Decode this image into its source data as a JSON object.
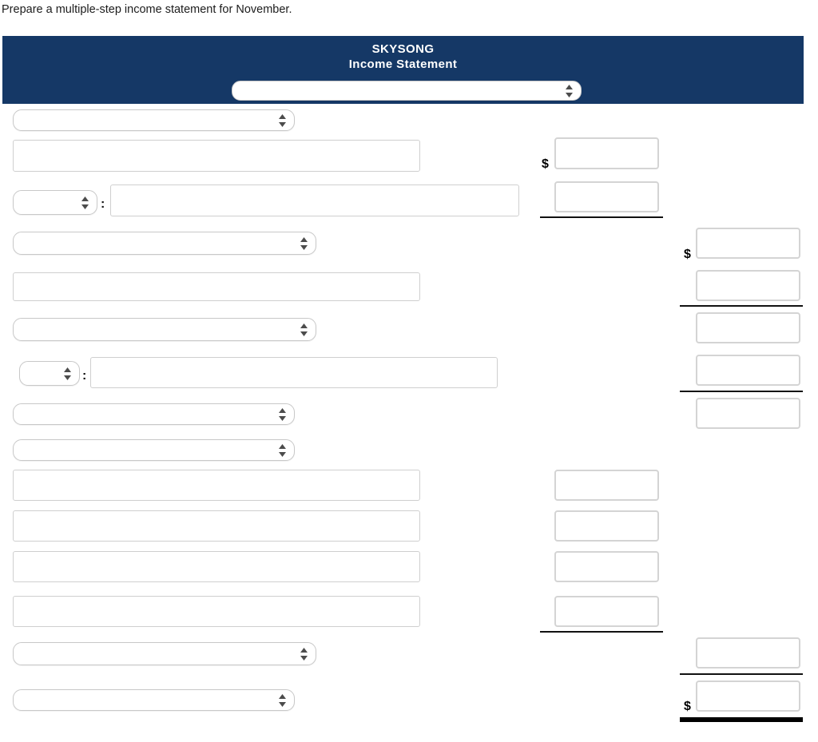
{
  "instruction": "Prepare a multiple-step income statement for November.",
  "statement": {
    "company": "SKYSONG",
    "title": "Income Statement",
    "period_select": {
      "icon": "spinner-arrows-icon",
      "value": "",
      "placeholder": ""
    }
  },
  "colors": {
    "header_background": "#153866",
    "header_text": "#ffffff",
    "rule": "#111111",
    "field_border": "#cfcfcf",
    "amount_border": "#d4d4d4"
  },
  "symbols": {
    "dollar": "$",
    "colon": ":"
  },
  "rows": [
    {
      "id": "row-1",
      "kind": "select",
      "label_value": ""
    },
    {
      "id": "row-2",
      "kind": "text",
      "label_value": ""
    },
    {
      "id": "row-3",
      "kind": "select-colon-text",
      "select_value": "",
      "text_value": ""
    },
    {
      "id": "row-4",
      "kind": "select",
      "label_value": ""
    },
    {
      "id": "row-5",
      "kind": "text",
      "label_value": ""
    },
    {
      "id": "row-6",
      "kind": "select",
      "label_value": ""
    },
    {
      "id": "row-7",
      "kind": "select-colon-text",
      "select_value": "",
      "text_value": ""
    },
    {
      "id": "row-8",
      "kind": "select",
      "label_value": ""
    },
    {
      "id": "row-9",
      "kind": "select",
      "label_value": ""
    },
    {
      "id": "row-10",
      "kind": "text",
      "label_value": ""
    },
    {
      "id": "row-11",
      "kind": "text",
      "label_value": ""
    },
    {
      "id": "row-12",
      "kind": "text",
      "label_value": ""
    },
    {
      "id": "row-13",
      "kind": "text",
      "label_value": ""
    },
    {
      "id": "row-14",
      "kind": "select",
      "label_value": ""
    },
    {
      "id": "row-15",
      "kind": "select",
      "label_value": ""
    }
  ],
  "amount_column_1": [
    {
      "id": "amt-1-1",
      "value": "",
      "dollar": true,
      "underline": "none"
    },
    {
      "id": "amt-1-2",
      "value": "",
      "dollar": false,
      "underline": "single"
    },
    {
      "id": "amt-1-3",
      "value": "",
      "dollar": false,
      "underline": "none"
    },
    {
      "id": "amt-1-4",
      "value": "",
      "dollar": false,
      "underline": "none"
    },
    {
      "id": "amt-1-5",
      "value": "",
      "dollar": false,
      "underline": "none"
    },
    {
      "id": "amt-1-6",
      "value": "",
      "dollar": false,
      "underline": "single"
    }
  ],
  "amount_column_2": [
    {
      "id": "amt-2-1",
      "value": "",
      "dollar": true,
      "underline": "none"
    },
    {
      "id": "amt-2-2",
      "value": "",
      "dollar": false,
      "underline": "single"
    },
    {
      "id": "amt-2-3",
      "value": "",
      "dollar": false,
      "underline": "none"
    },
    {
      "id": "amt-2-4",
      "value": "",
      "dollar": false,
      "underline": "single"
    },
    {
      "id": "amt-2-5",
      "value": "",
      "dollar": false,
      "underline": "none"
    },
    {
      "id": "amt-2-6",
      "value": "",
      "dollar": false,
      "underline": "single"
    },
    {
      "id": "amt-2-7",
      "value": "",
      "dollar": true,
      "underline": "thick"
    }
  ]
}
